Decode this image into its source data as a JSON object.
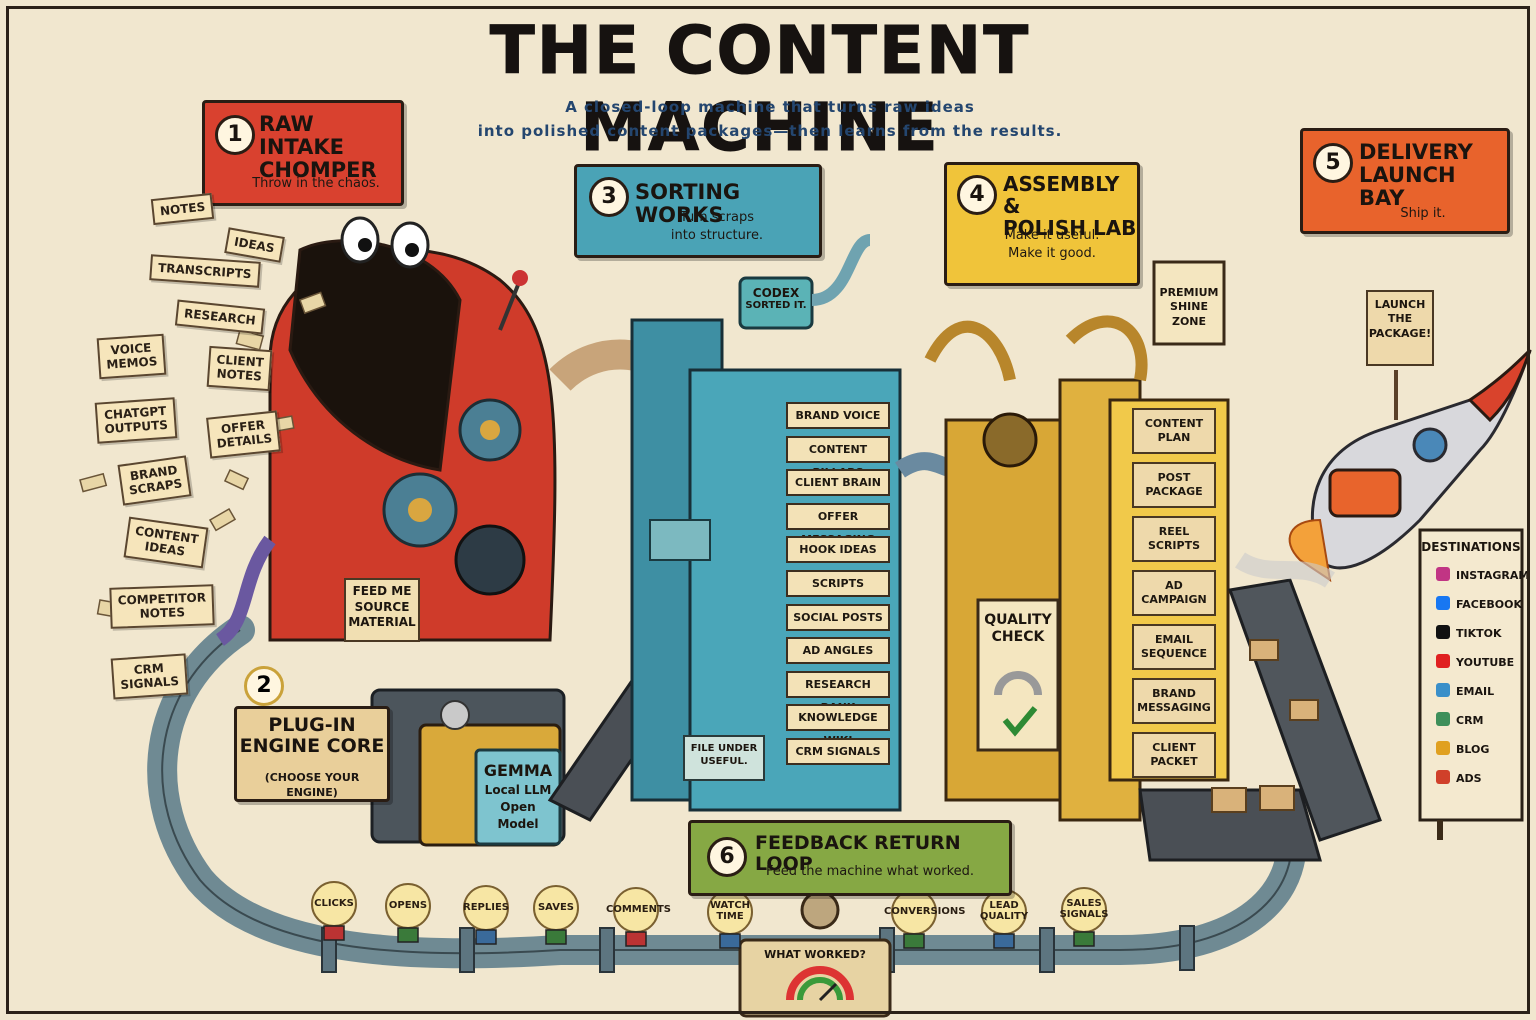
{
  "title": "The Content Machine",
  "subtitle": {
    "line1": "A closed-loop machine that turns raw ideas",
    "line2": "into polished content packages—then learns from the results."
  },
  "stages": {
    "s1": {
      "num": "1",
      "title1": "Raw Intake",
      "title2": "Chomper",
      "tagline": "Throw in the chaos.",
      "color": "#d9412f"
    },
    "s2": {
      "num": "2",
      "title1": "Plug-In",
      "title2": "Engine Core",
      "tagline": "(Choose your engine)",
      "color": "#e9cf9a"
    },
    "s3": {
      "num": "3",
      "title": "Sorting Works",
      "tag1": "Turn scraps",
      "tag2": "into structure.",
      "color": "#4aa3b6"
    },
    "s4": {
      "num": "4",
      "title1": "Assembly &",
      "title2": "Polish Lab",
      "tag1": "Make it useful.",
      "tag2": "Make it good.",
      "color": "#f0c43a"
    },
    "s5": {
      "num": "5",
      "title1": "Delivery",
      "title2": "Launch Bay",
      "tagline": "Ship it.",
      "color": "#e8632c"
    },
    "s6": {
      "num": "6",
      "title": "Feedback Return Loop",
      "tagline": "Feed the machine what worked.",
      "color": "#86a844"
    }
  },
  "intake_notes": [
    [
      "Notes"
    ],
    [
      "Ideas"
    ],
    [
      "Transcripts"
    ],
    [
      "Research"
    ],
    [
      "Voice",
      "Memos"
    ],
    [
      "Client",
      "Notes"
    ],
    [
      "ChatGPT",
      "Outputs"
    ],
    [
      "Offer",
      "Details"
    ],
    [
      "Brand",
      "Scraps"
    ],
    [
      "Content",
      "Ideas"
    ],
    [
      "Competitor",
      "Notes"
    ],
    [
      "CRM",
      "Signals"
    ]
  ],
  "feed_sign": [
    "Feed me",
    "source",
    "material"
  ],
  "engine": {
    "line1": "Gemma",
    "line2": "Local LLM",
    "line3": "Open Model"
  },
  "codex": {
    "title": "Codex",
    "sub": "Sorted it."
  },
  "sorting_shelves": [
    "Brand Voice",
    "Content Pillars",
    "Client Brain",
    "Offer Messaging",
    "Hook Ideas",
    "Scripts",
    "Social Posts",
    "Ad Angles",
    "Research Bank",
    "Knowledge Wiki",
    "CRM Signals"
  ],
  "file_under": [
    "File under",
    "useful."
  ],
  "premium": [
    "Premium",
    "Shine",
    "Zone"
  ],
  "quality_check": [
    "Quality",
    "Check"
  ],
  "assembly_boxes": [
    [
      "Content",
      "Plan"
    ],
    [
      "Post",
      "Package"
    ],
    [
      "Reel",
      "Scripts"
    ],
    [
      "Ad",
      "Campaign"
    ],
    [
      "Email",
      "Sequence"
    ],
    [
      "Brand",
      "Messaging"
    ],
    [
      "Client",
      "Packet"
    ]
  ],
  "launch_sign": [
    "Launch",
    "the",
    "Package!"
  ],
  "destinations": {
    "title": "Destinations",
    "items": [
      {
        "label": "Instagram",
        "icon": "instagram-icon",
        "color": "#c13584"
      },
      {
        "label": "Facebook",
        "icon": "facebook-icon",
        "color": "#1877f2"
      },
      {
        "label": "TikTok",
        "icon": "tiktok-icon",
        "color": "#111111"
      },
      {
        "label": "YouTube",
        "icon": "youtube-icon",
        "color": "#e02020"
      },
      {
        "label": "Email",
        "icon": "email-icon",
        "color": "#3a8fc9"
      },
      {
        "label": "CRM",
        "icon": "crm-icon",
        "color": "#3e8f5a"
      },
      {
        "label": "Blog",
        "icon": "blog-icon",
        "color": "#e0a020"
      },
      {
        "label": "Ads",
        "icon": "ads-icon",
        "color": "#d0402a"
      }
    ]
  },
  "feedback_bulbs": [
    [
      "Clicks"
    ],
    [
      "Opens"
    ],
    [
      "Replies"
    ],
    [
      "Saves"
    ],
    [
      "Comments"
    ],
    [
      "Watch",
      "Time"
    ],
    [
      "Conversions"
    ],
    [
      "Lead",
      "Quality"
    ],
    [
      "Sales",
      "Signals"
    ]
  ],
  "gauge_label": "What worked?"
}
